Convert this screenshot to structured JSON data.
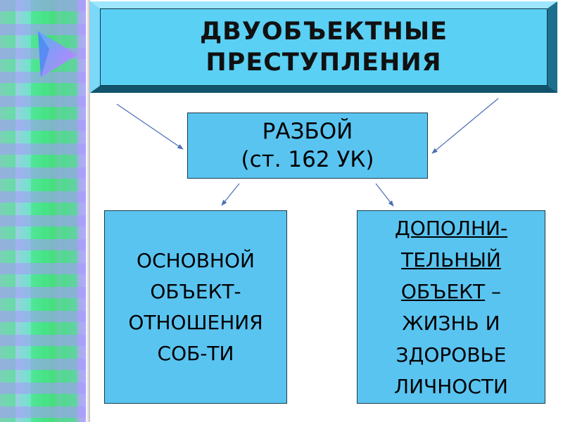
{
  "title": {
    "line1": "ДВУОБЪЕКТНЫЕ",
    "line2": "ПРЕСТУПЛЕНИЯ"
  },
  "center": {
    "line1": "РАЗБОЙ",
    "line2": "(ст. 162 УК)"
  },
  "left": {
    "line1": "ОСНОВНОЙ",
    "line2": "ОБЪЕКТ-",
    "line3": "ОТНОШЕНИЯ",
    "line4": "СОБ-ТИ"
  },
  "right": {
    "line1": "ДОПОЛНИ-",
    "line2": "ТЕЛЬНЫЙ",
    "line3_underlined": "ОБЪЕКТ",
    "line3_rest": " –",
    "line4": "ЖИЗНЬ И",
    "line5": "ЗДОРОВЬЕ",
    "line6": "ЛИЧНОСТИ"
  },
  "colors": {
    "title_fill": "#5ad0f4",
    "box_fill": "#5ac4f1",
    "arrow": "#4a6fb5"
  },
  "icons": {
    "strip_icon": "triangle-play-icon"
  }
}
